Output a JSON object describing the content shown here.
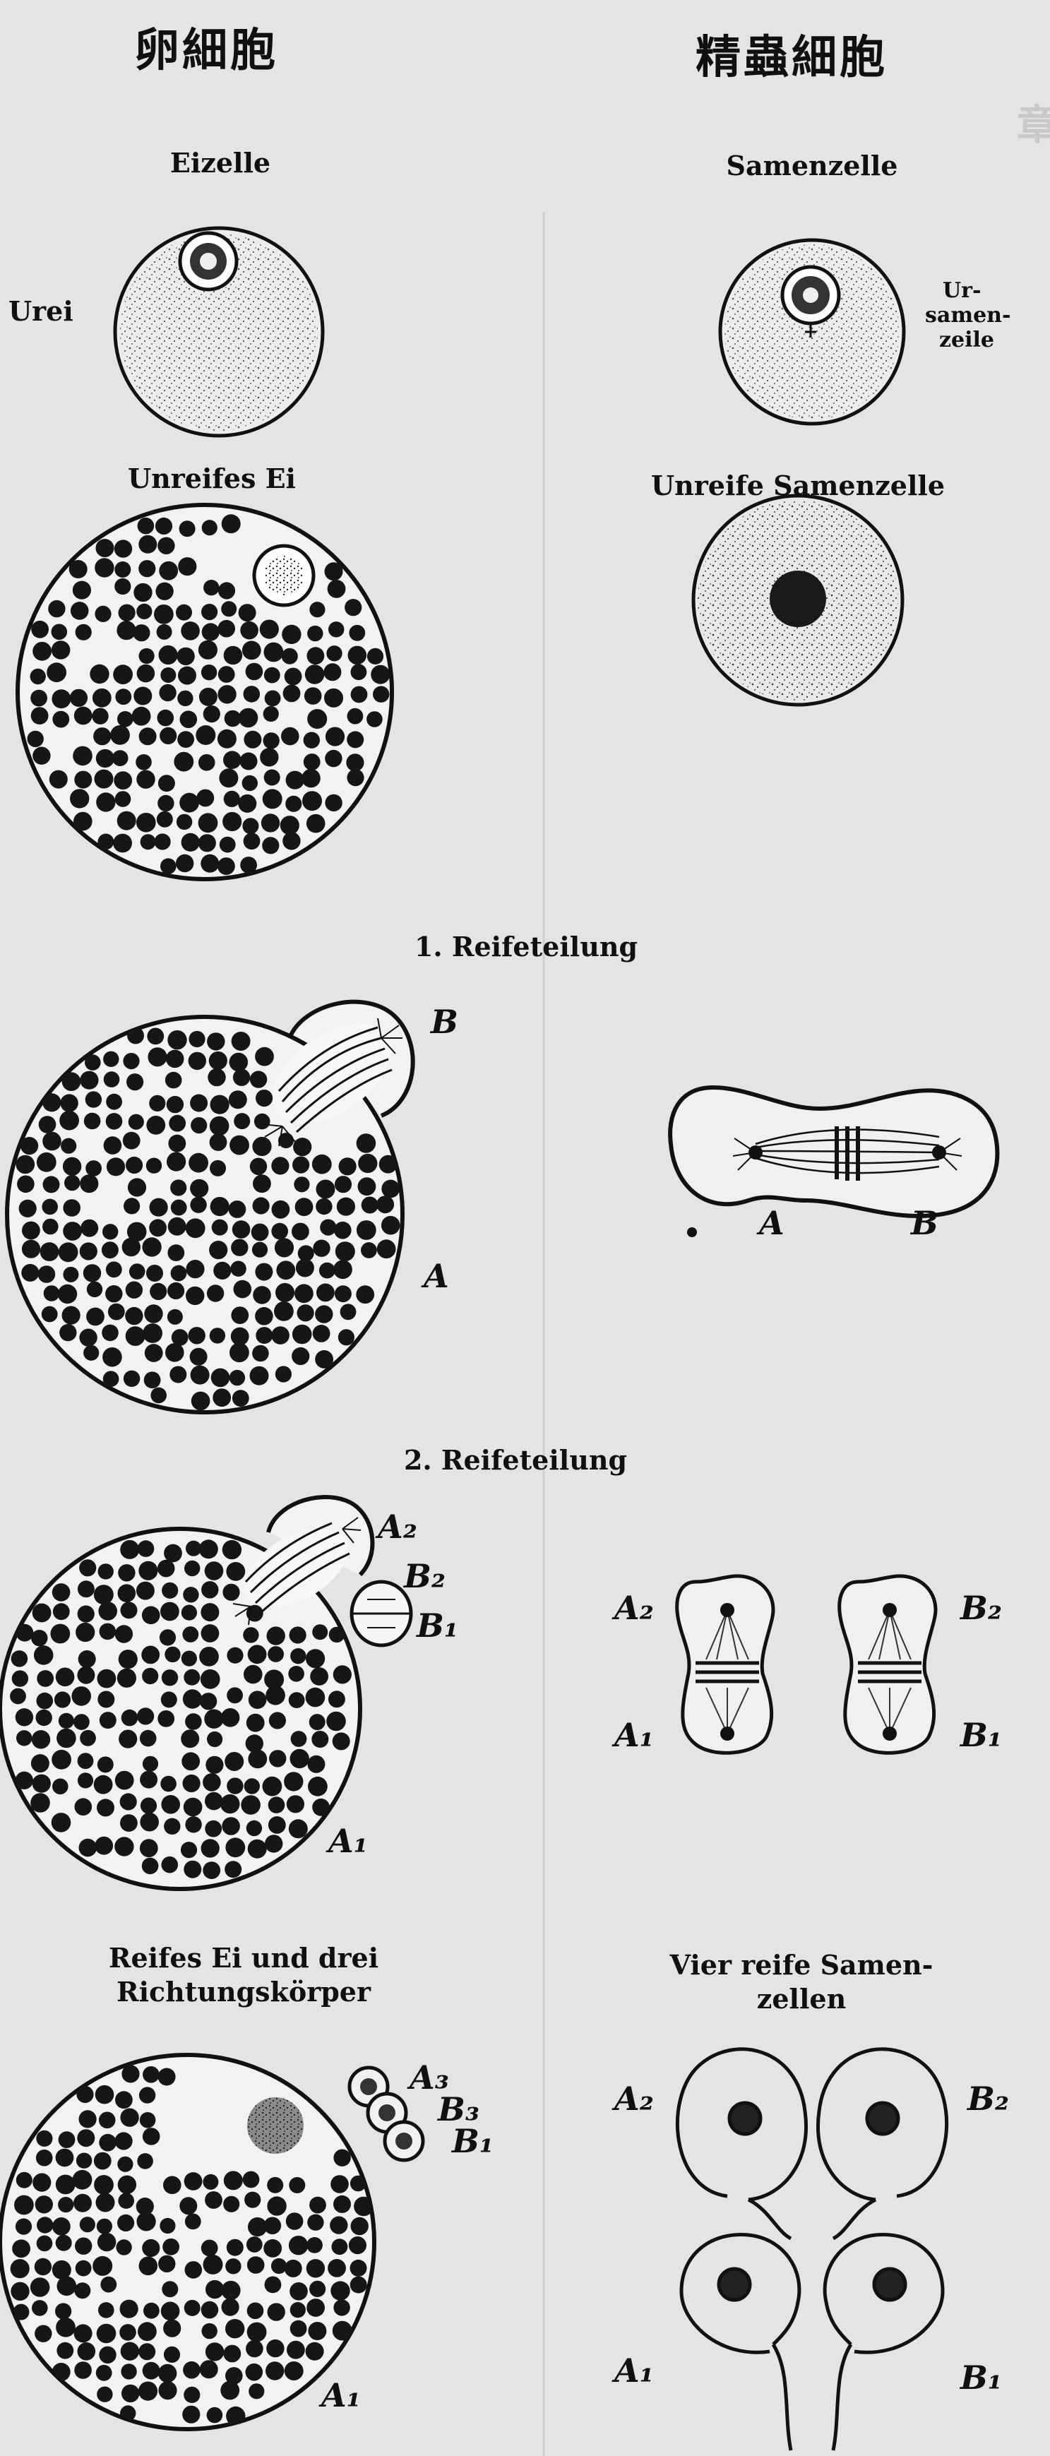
{
  "headers": {
    "egg": "卵細胞",
    "sperm": "精蟲細胞"
  },
  "egg": {
    "eizelle": "Eizelle",
    "urei": "Urei",
    "unreifes_ei": "Unreifes Ei",
    "reifes_title_line1": "Reifes Ei und drei",
    "reifes_title_line2": "Richtungskörper"
  },
  "sperm": {
    "samenzelle": "Samenzelle",
    "ursamen_1": "Ur-",
    "ursamen_2": "samen-",
    "ursamen_3": "zeile",
    "unreife": "Unreife Samenzelle",
    "vier_line1": "Vier reife Samen-",
    "vier_line2": "zellen"
  },
  "divisions": {
    "first": "1. Reifeteilung",
    "second": "2. Reifeteilung"
  },
  "letters": {
    "A": "A",
    "B": "B",
    "A1": "A₁",
    "A2": "A₂",
    "B1": "B₁",
    "B2": "B₂",
    "A3": "A₃",
    "B3": "B₃"
  }
}
